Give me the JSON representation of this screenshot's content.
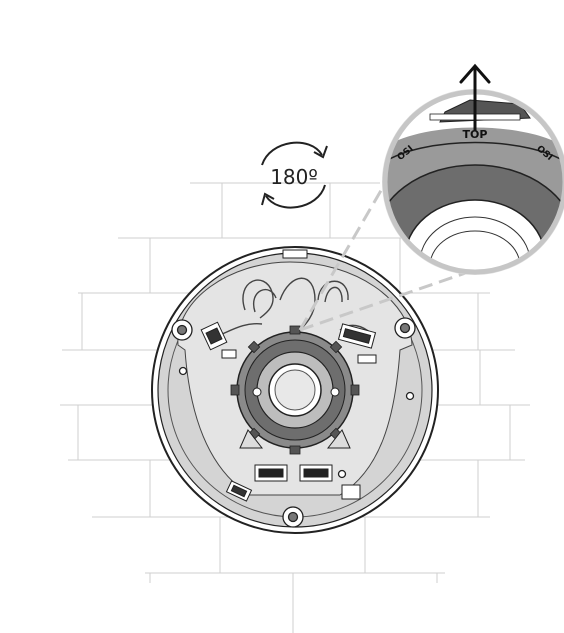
{
  "diagram": {
    "rotation_label": "180º",
    "detail_label_top": "TOP",
    "detail_label_left": "OSI",
    "detail_label_right": "OSI"
  }
}
